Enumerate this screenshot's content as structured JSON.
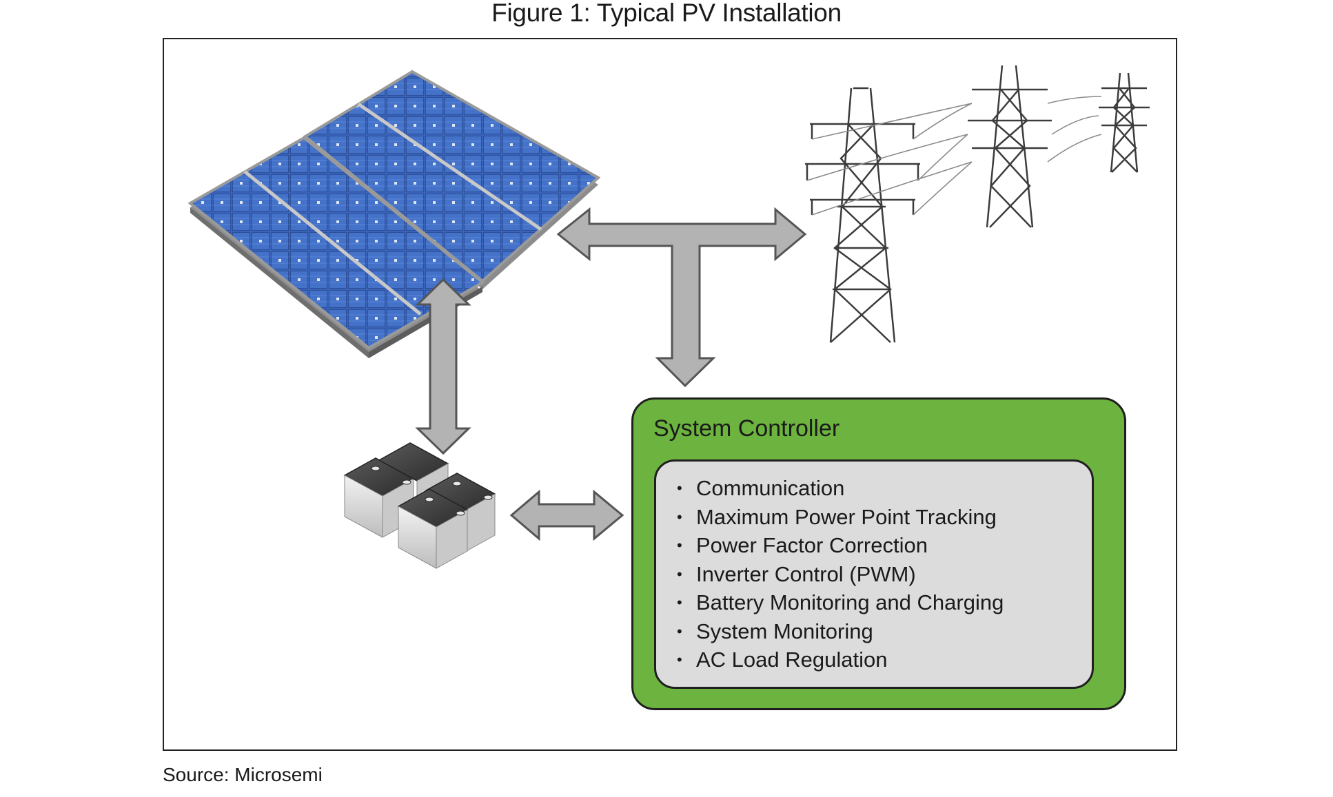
{
  "figure": {
    "title": "Figure 1: Typical PV Installation",
    "source": "Source: Microsemi"
  },
  "controller": {
    "title": "System Controller",
    "features": [
      "Communication",
      "Maximum Power Point Tracking",
      "Power Factor Correction",
      "Inverter Control (PWM)",
      "Battery Monitoring and Charging",
      "System Monitoring",
      "AC Load Regulation"
    ]
  },
  "colors": {
    "controller_fill": "#6cb33f",
    "inner_fill": "#dcdcdc",
    "arrow_fill": "#b3b3b3",
    "panel_cell": "#3a63b8"
  },
  "icons": [
    "solar-panel-icon",
    "power-tower-icon",
    "battery-icon"
  ]
}
